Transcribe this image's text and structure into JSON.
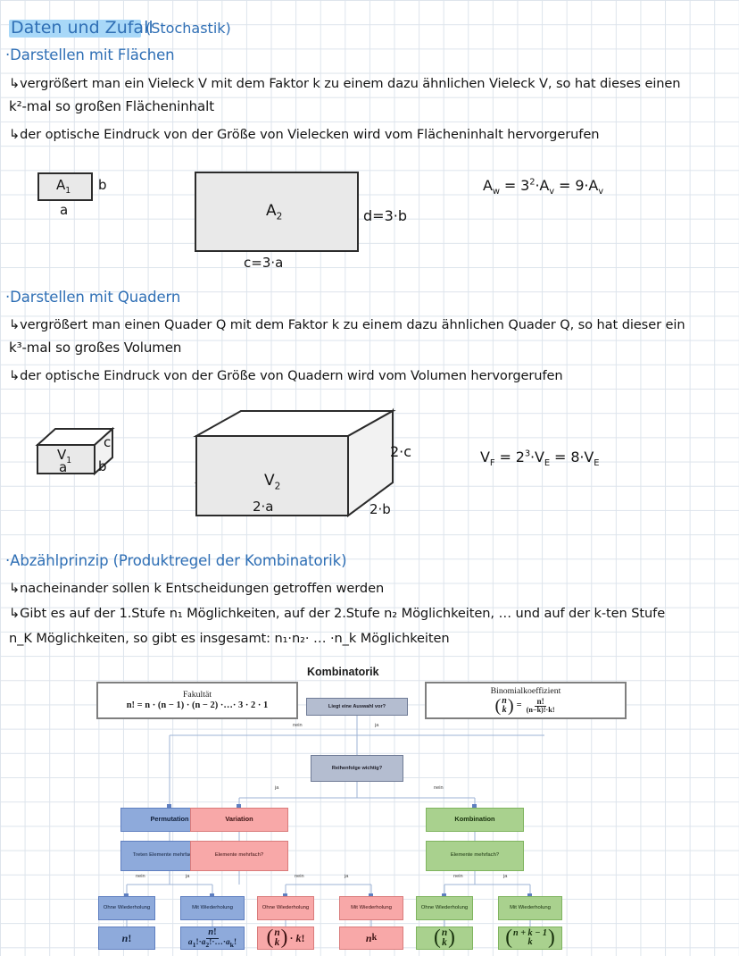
{
  "page": {
    "title": "Daten und Zufall",
    "title_suffix": "(Stochastik)"
  },
  "sections": [
    {
      "heading": "·Darstellen mit Flächen",
      "lines": [
        "↳vergrößert man ein Vieleck V mit dem Faktor k zu einem dazu ähnlichen Vieleck V, so hat dieses einen",
        "k²-mal so großen Flächeninhalt",
        "↳der optische Eindruck von der Größe von Vielecken wird vom Flächeninhalt hervorgerufen"
      ]
    },
    {
      "heading": "·Darstellen mit Quadern",
      "lines": [
        "↳vergrößert man einen Quader Q mit dem Faktor k zu einem dazu ähnlichen Quader Q, so hat dieser ein",
        "k³-mal so großes Volumen",
        "↳der optische Eindruck von der Größe von Quadern wird vom Volumen hervorgerufen"
      ]
    },
    {
      "heading": "·Abzählprinzip (Produktregel der Kombinatorik)",
      "lines": [
        "↳nacheinander sollen k Entscheidungen getroffen werden",
        "↳Gibt es auf der 1.Stufe n₁ Möglichkeiten, auf der 2.Stufe n₂ Möglichkeiten, … und auf der k-ten Stufe",
        "n_K Möglichkeiten, so gibt es insgesamt: n₁·n₂· … ·n_k  Möglichkeiten"
      ]
    }
  ],
  "area_figure": {
    "small": {
      "label": "A",
      "sub": "1",
      "side_right": "b",
      "side_bottom": "a"
    },
    "large": {
      "label": "A",
      "sub": "2",
      "side_right": "d=3·b",
      "side_bottom": "c=3·a"
    },
    "formula": "A_w = 3² · A_v = 9·A_v"
  },
  "volume_figure": {
    "small": {
      "label": "V",
      "sub": "1",
      "edge_a": "a",
      "edge_b": "b",
      "edge_c": "c"
    },
    "large": {
      "label": "V",
      "sub": "2",
      "edge_a": "2·a",
      "edge_b": "2·b",
      "edge_c": "2·c"
    },
    "formula": "V_F = 2³ · V_E = 8·V_E"
  },
  "flowchart": {
    "title": "Kombinatorik",
    "fakultaet": {
      "caption": "Fakultät",
      "formula": "n! = n · (n − 1) · (n − 2) ·…· 3 · 2 · 1"
    },
    "binomial": {
      "caption": "Binomialkoeffizient",
      "num": "n!",
      "den": "(n−k)!·k!"
    },
    "q_root": "Liegt eine Auswahl vor?",
    "q_order": "Reihenfolge wichtig?",
    "labels": {
      "nein": "nein",
      "ja": "ja"
    },
    "branches": [
      {
        "name": "Permutation",
        "color": "#8eaadb",
        "question": "Treten Elemente mehrfach auf?",
        "leaves": [
          {
            "label": "Ohne Wiederholung",
            "result": "n!"
          },
          {
            "label": "Mit Wiederholung",
            "result": "n! / (a₁!·a₂!·…·aₖ!)"
          }
        ]
      },
      {
        "name": "Variation",
        "color": "#f8a8a8",
        "question": "Elemente mehrfach?",
        "leaves": [
          {
            "label": "Ohne Wiederholung",
            "result": "(n über k) · k!"
          },
          {
            "label": "Mit Wiederholung",
            "result": "n^k"
          }
        ]
      },
      {
        "name": "Kombination",
        "color": "#a9d18e",
        "question": "Elemente mehrfach?",
        "leaves": [
          {
            "label": "Ohne Wiederholung",
            "result": "(n über k)"
          },
          {
            "label": "Mit Wiederholung",
            "result": "(n + k − 1 über k)"
          }
        ]
      }
    ]
  }
}
